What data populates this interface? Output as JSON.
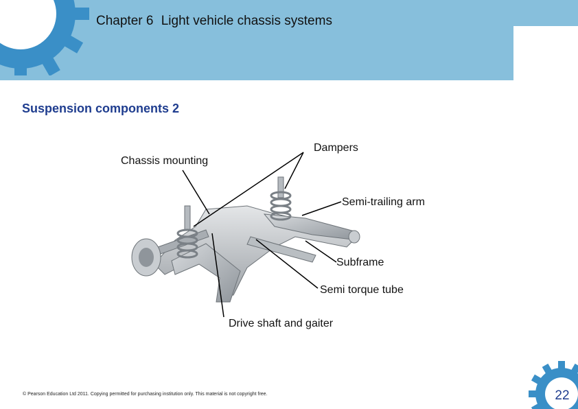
{
  "header": {
    "chapter_number": "Chapter 6",
    "chapter_title": "Light vehicle chassis systems"
  },
  "slide": {
    "title": "Suspension components 2"
  },
  "figure": {
    "labels": {
      "chassis_mounting": "Chassis mounting",
      "dampers": "Dampers",
      "semi_trailing_arm": "Semi-trailing arm",
      "subframe": "Subframe",
      "semi_torque_tube": "Semi torque tube",
      "drive_shaft": "Drive shaft and gaiter"
    }
  },
  "footer": {
    "copyright": "© Pearson Education Ltd 2011. Copying permitted for purchasing institution only. This material is not copyright free.",
    "page_number": "22"
  },
  "colors": {
    "header_band": "#87bfdc",
    "gear": "#3a8fc7",
    "title_blue": "#1f3d8f"
  },
  "icons": {
    "top_gear": "gear-icon",
    "bottom_gear": "gear-icon"
  }
}
